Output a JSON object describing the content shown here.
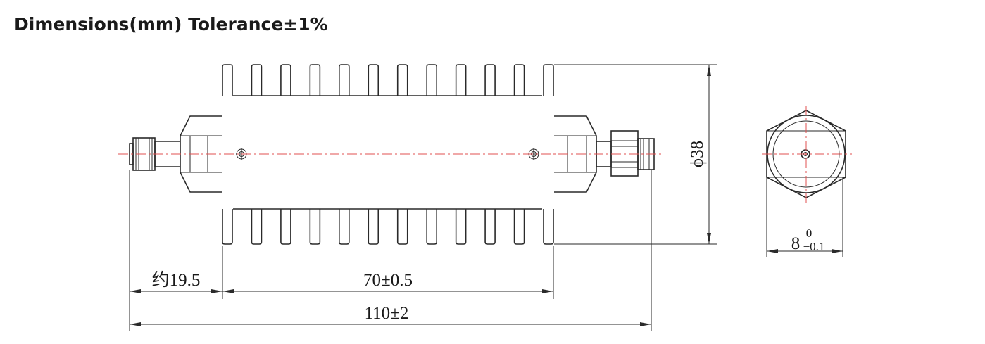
{
  "title": "Dimensions(mm) Tolerance±1%",
  "dimensions": {
    "approx_length": "约19.5",
    "body_length": "70±0.5",
    "overall_length": "110±2",
    "diameter": "ϕ38",
    "hex_main": "8",
    "hex_upper": "0",
    "hex_lower": "−0.1"
  }
}
